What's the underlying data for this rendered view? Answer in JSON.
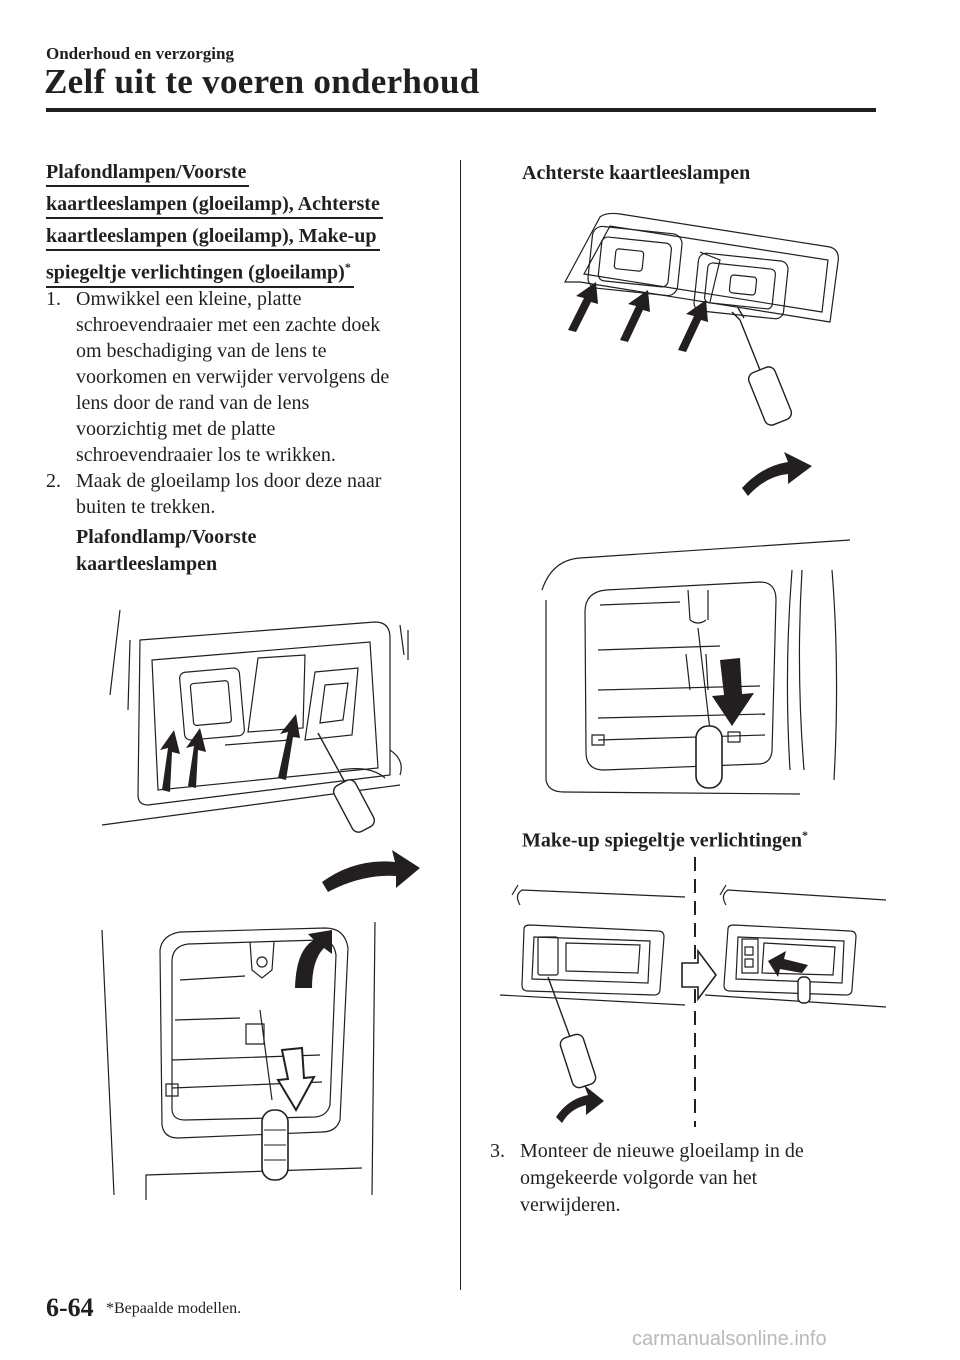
{
  "header": {
    "section": "Onderhoud en verzorging",
    "title": "Zelf uit te voeren onderhoud"
  },
  "heading": {
    "lines": [
      "Plafondlampen/Voorste",
      "kaartleeslampen (gloeilamp), Achterste",
      "kaartleeslampen (gloeilamp), Make-up",
      "spiegeltje verlichtingen (gloeilamp)"
    ],
    "asterisk": "*"
  },
  "steps": [
    {
      "num": "1.",
      "lines": [
        "Omwikkel een kleine, platte",
        "schroevendraaier met een zachte doek",
        "om beschadiging van de lens te",
        "voorkomen en verwijder vervolgens de",
        "lens door de rand van de lens",
        "voorzichtig met de platte",
        "schroevendraaier los te wrikken."
      ]
    },
    {
      "num": "2.",
      "lines": [
        "Maak de gloeilamp los door deze naar",
        "buiten te trekken."
      ]
    }
  ],
  "subheadings": {
    "front_line1": "Plafondlamp/Voorste",
    "front_line2": "kaartleeslampen",
    "rear": "Achterste kaartleeslampen",
    "mirror": "Make-up spiegeltje verlichtingen",
    "mirror_asterisk": "*"
  },
  "step3": {
    "num": "3.",
    "lines": [
      "Monteer de nieuwe gloeilamp in de",
      "omgekeerde volgorde van het",
      "verwijderen."
    ]
  },
  "footer": {
    "page_number": "6-64",
    "footnote": "*Bepaalde modellen.",
    "watermark": "carmanualsonline.info"
  }
}
